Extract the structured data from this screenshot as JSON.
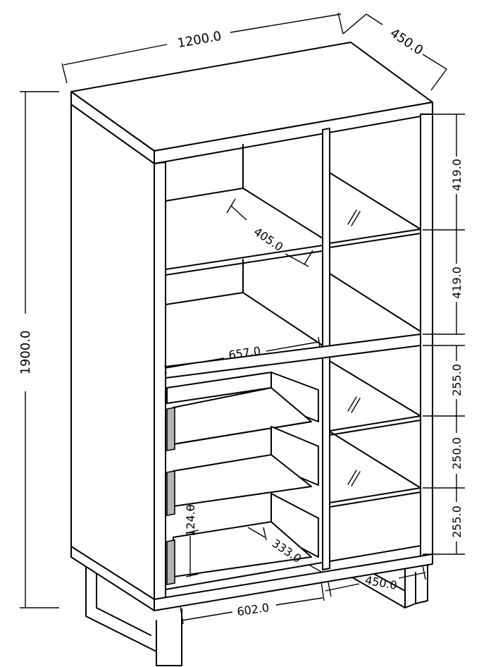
{
  "dimensions": {
    "width": "1200.0",
    "depth": "450.0",
    "height": "1900.0",
    "upper_shelf_depth": "405.0",
    "inner_width": "657.0",
    "drawer_front_height": "124.0",
    "drawer_depth": "333.0",
    "drawer_width": "602.0",
    "base_depth": "450.0",
    "right_upper_1": "419.0",
    "right_upper_2": "419.0",
    "right_lower_1": "255.0",
    "right_lower_2": "250.0",
    "right_lower_3": "255.0"
  },
  "colors": {
    "line": "#000000",
    "handle": "#b5b5b5",
    "background": "#ffffff"
  }
}
